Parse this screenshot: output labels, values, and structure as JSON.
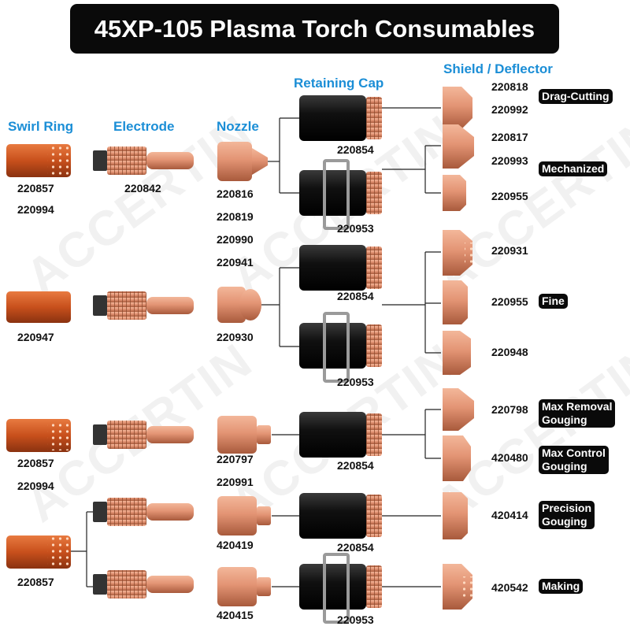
{
  "title": "45XP-105 Plasma Torch Consumables",
  "columns": {
    "swirl_ring": "Swirl Ring",
    "electrode": "Electrode",
    "nozzle": "Nozzle",
    "retaining_cap": "Retaining Cap",
    "shield": "Shield / Deflector"
  },
  "watermark": "ACCERTIN",
  "colors": {
    "title_bg": "#0a0a0a",
    "heading": "#1b8ed6",
    "copper": "#d9825f",
    "swirl": "#c8501c",
    "cap": "#111111"
  },
  "part_numbers": {
    "swirl_1a": "220857",
    "swirl_1b": "220994",
    "electrode_1": "220842",
    "nozzle_1a": "220816",
    "nozzle_1b": "220819",
    "nozzle_1c": "220990",
    "nozzle_1d": "220941",
    "cap_1a": "220854",
    "cap_1b": "220953",
    "shield_1a": "220818",
    "shield_1b": "220992",
    "shield_1c": "220817",
    "shield_1d": "220993",
    "shield_1e": "220955",
    "swirl_2": "220947",
    "nozzle_2": "220930",
    "cap_2a": "220854",
    "cap_2b": "220953",
    "shield_2a": "220931",
    "shield_2b": "220955",
    "shield_2c": "220948",
    "swirl_3a": "220857",
    "swirl_3b": "220994",
    "nozzle_3a": "220797",
    "nozzle_3b": "220991",
    "cap_3": "220854",
    "shield_3a": "220798",
    "shield_3b": "420480",
    "swirl_4": "220857",
    "nozzle_4a": "420419",
    "nozzle_4b": "420415",
    "cap_4a": "220854",
    "cap_4b": "220953",
    "shield_4a": "420414",
    "shield_4b": "420542"
  },
  "tags": {
    "drag_cutting": "Drag-Cutting",
    "mechanized": "Mechanized",
    "fine": "Fine",
    "max_removal": "Max Removal\nGouging",
    "max_control": "Max Control\nGouging",
    "precision": "Precision\nGouging",
    "making": "Making"
  }
}
